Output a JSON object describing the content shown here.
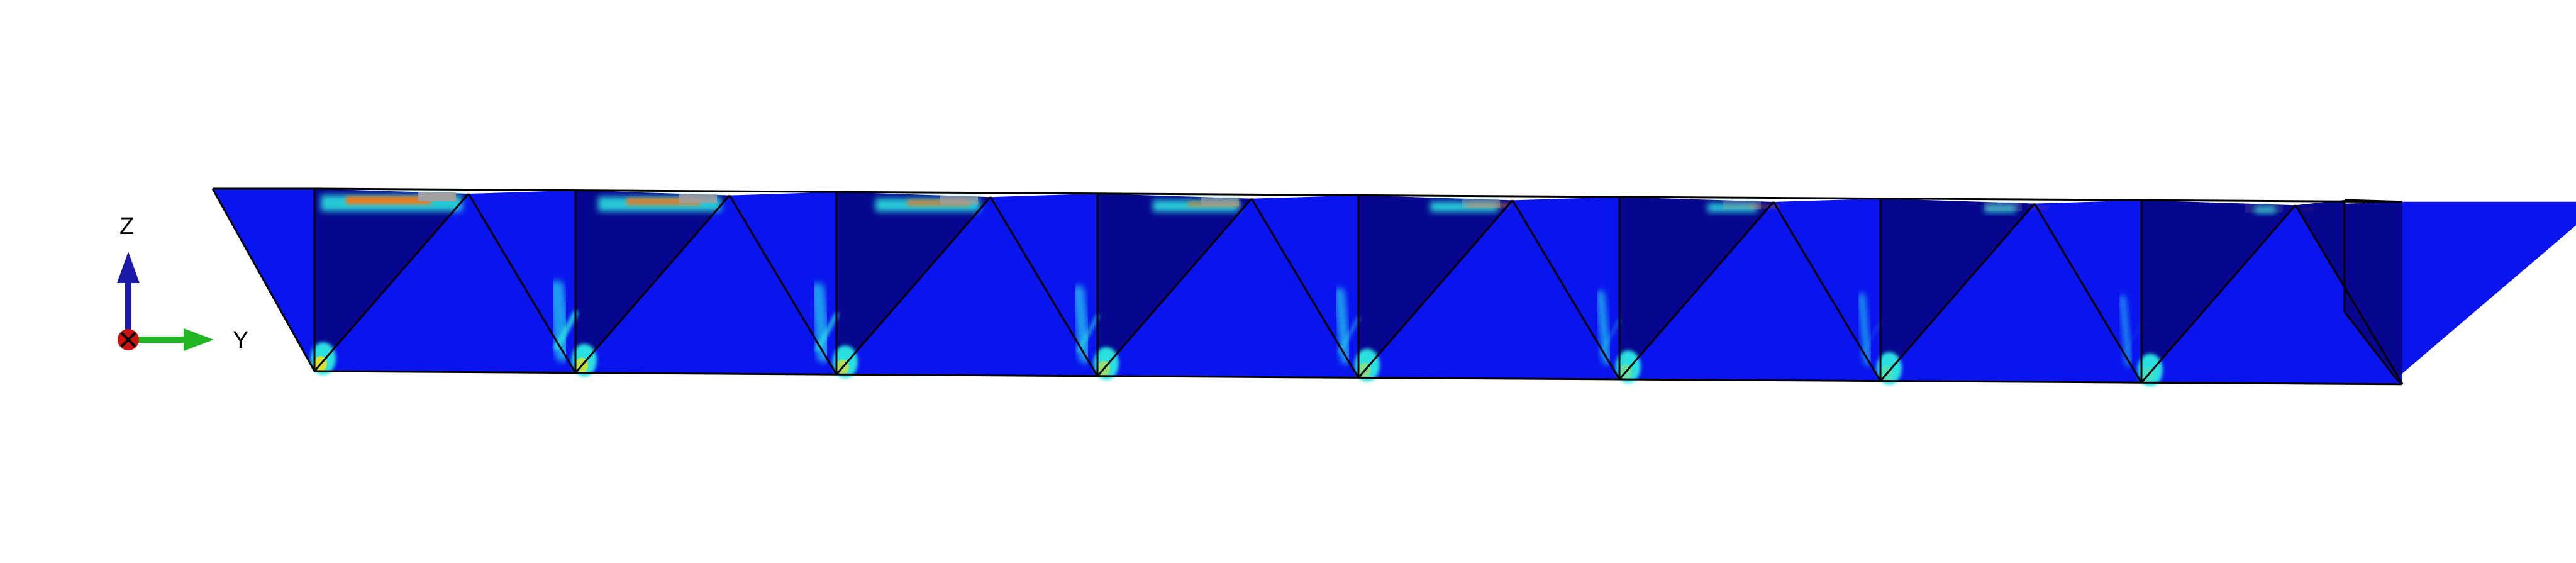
{
  "triad": {
    "z_label": "Z",
    "y_label": "Y",
    "colors": {
      "z_axis": "#1a1aa8",
      "y_axis": "#22b422",
      "x_axis": "#cc1111"
    }
  },
  "model": {
    "cell_count": 8,
    "colors": {
      "front_face": "#0a14ee",
      "back_face": "#06068e",
      "edge": "#000000",
      "stress_ramp": [
        "#0a14ee",
        "#1e9cf0",
        "#2ae0e0",
        "#36e070",
        "#d8e030",
        "#e87a20",
        "#cc1a12",
        "#a0a0a0"
      ]
    }
  }
}
